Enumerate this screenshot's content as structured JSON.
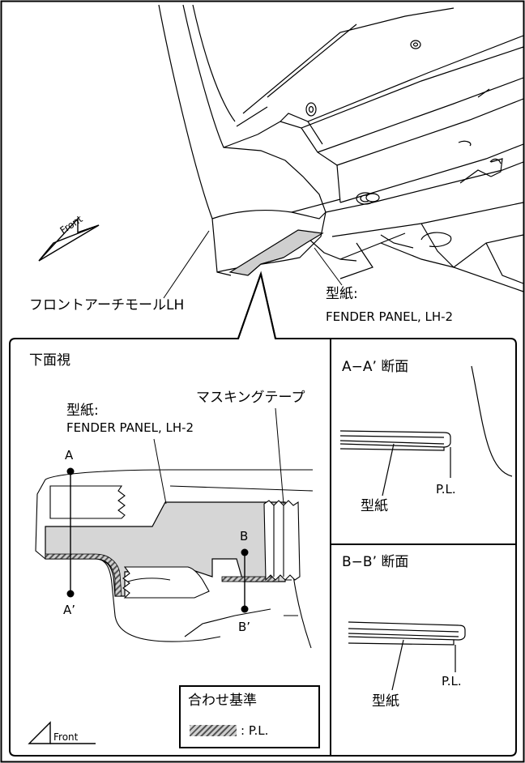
{
  "top_view": {
    "front_label": "Front",
    "part_label": "フロントアーチモールLH",
    "template_label_line1": "型紙:",
    "template_label_line2": "FENDER PANEL, LH-2"
  },
  "bottom_view": {
    "title": "下面視",
    "template_label_line1": "型紙:",
    "template_label_line2": "FENDER PANEL, LH-2",
    "masking_tape_label": "マスキングテープ",
    "point_a": "A",
    "point_a_prime": "A’",
    "point_b": "B",
    "point_b_prime": "B’",
    "front_label": "Front",
    "legend": {
      "title": "合わせ基準",
      "item_label": ": P.L."
    }
  },
  "section_aa": {
    "title": "A−A’ 断面",
    "pl_label": "P.L.",
    "template_label": "型紙"
  },
  "section_bb": {
    "title": "B−B’ 断面",
    "pl_label": "P.L.",
    "template_label": "型紙"
  }
}
